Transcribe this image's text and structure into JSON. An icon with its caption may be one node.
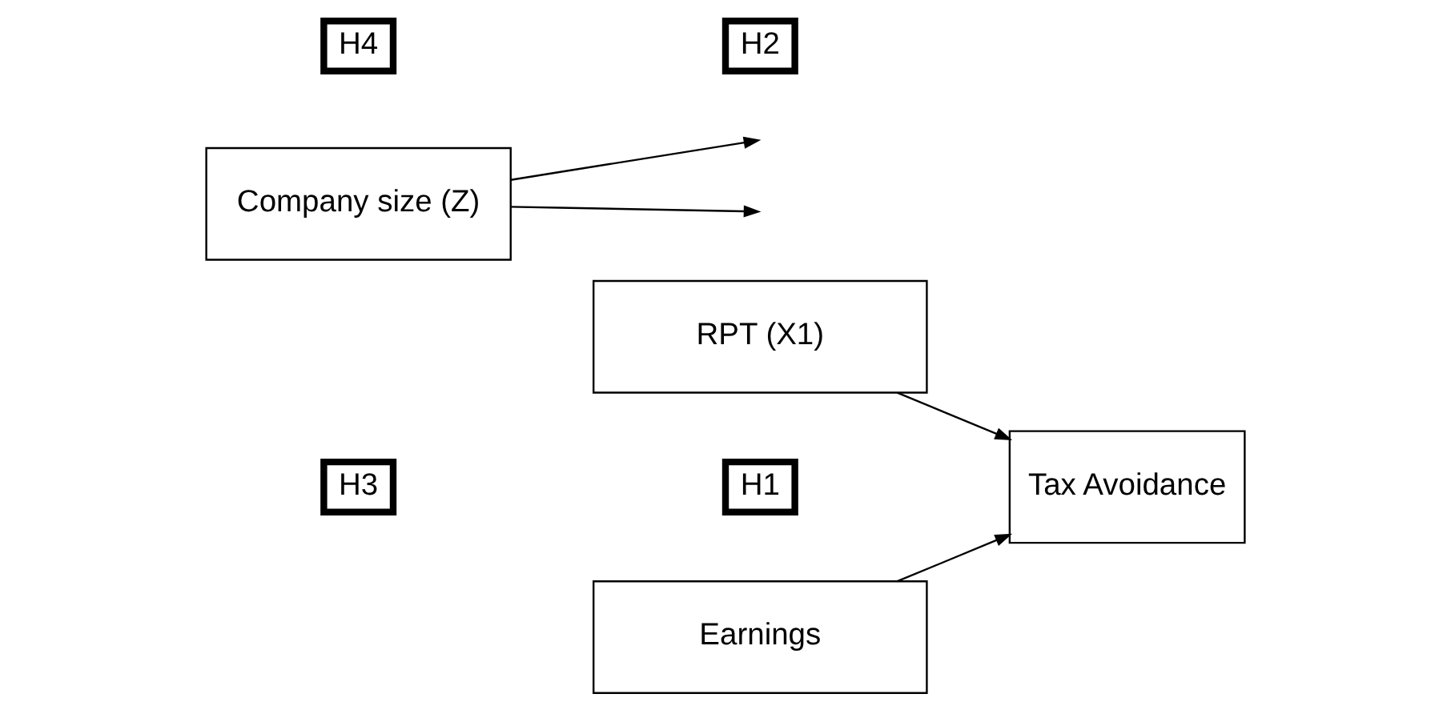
{
  "diagram": {
    "nodes": [
      {
        "text": [
          "RPT (X1)"
        ]
      },
      {
        "text": [
          "H1"
        ]
      },
      {
        "text": [
          "H3"
        ]
      },
      {
        "text": [
          "Tax Avoidance"
        ]
      },
      {
        "text": [
          "Company size (Z)"
        ]
      },
      {
        "text": [
          "H4"
        ]
      },
      {
        "text": [
          "Earnings"
        ]
      },
      {
        "text": [
          "H2"
        ]
      }
    ],
    "edges": [
      {
        "from": 0,
        "to": 3,
        "arrow": "to"
      },
      {
        "from": 6,
        "to": 3,
        "arrow": "to"
      },
      {
        "from": 4,
        "to": null,
        "arrow": "to"
      },
      {
        "from": 4,
        "to": null,
        "arrow": "to"
      }
    ]
  }
}
